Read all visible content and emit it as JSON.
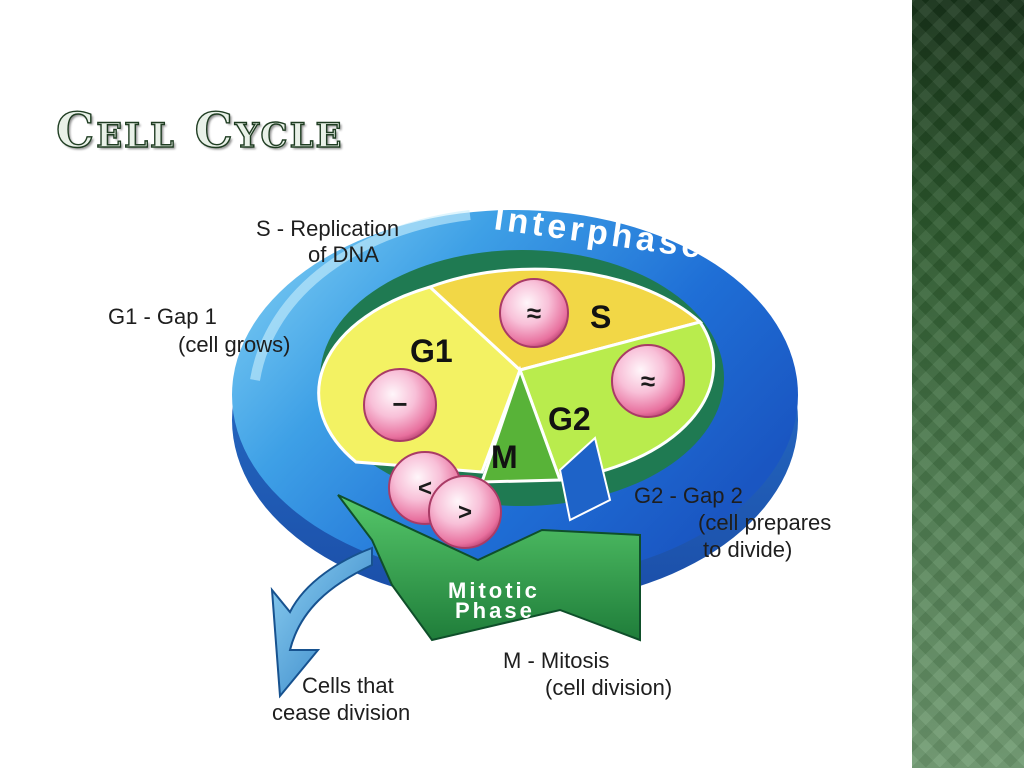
{
  "slide": {
    "title": "Cell Cycle"
  },
  "diagram": {
    "ring_label": "Interphase",
    "mitotic_label_1": "Mitotic",
    "mitotic_label_2": "Phase",
    "phases": {
      "g1": "G1",
      "s": "S",
      "g2": "G2",
      "m": "M"
    },
    "annotations": {
      "s_line1": "S - Replication",
      "s_line2": "of DNA",
      "g1_line1": "G1 - Gap 1",
      "g1_line2": "(cell grows)",
      "g2_line1": "G2 - Gap 2",
      "g2_line2": "(cell prepares",
      "g2_line3": "to divide)",
      "m_line1": "M - Mitosis",
      "m_line2": "(cell division)",
      "cease_line1": "Cells that",
      "cease_line2": "cease division"
    },
    "colors": {
      "ring_blue": "#1f6fd6",
      "ring_light": "#56b7ec",
      "g1": "#f3f263",
      "s": "#f2d746",
      "g2": "#b9ec4d",
      "m": "#58b338",
      "mitotic_arrow": "#2c9b4c",
      "cell_pink": "#e8709e"
    }
  }
}
